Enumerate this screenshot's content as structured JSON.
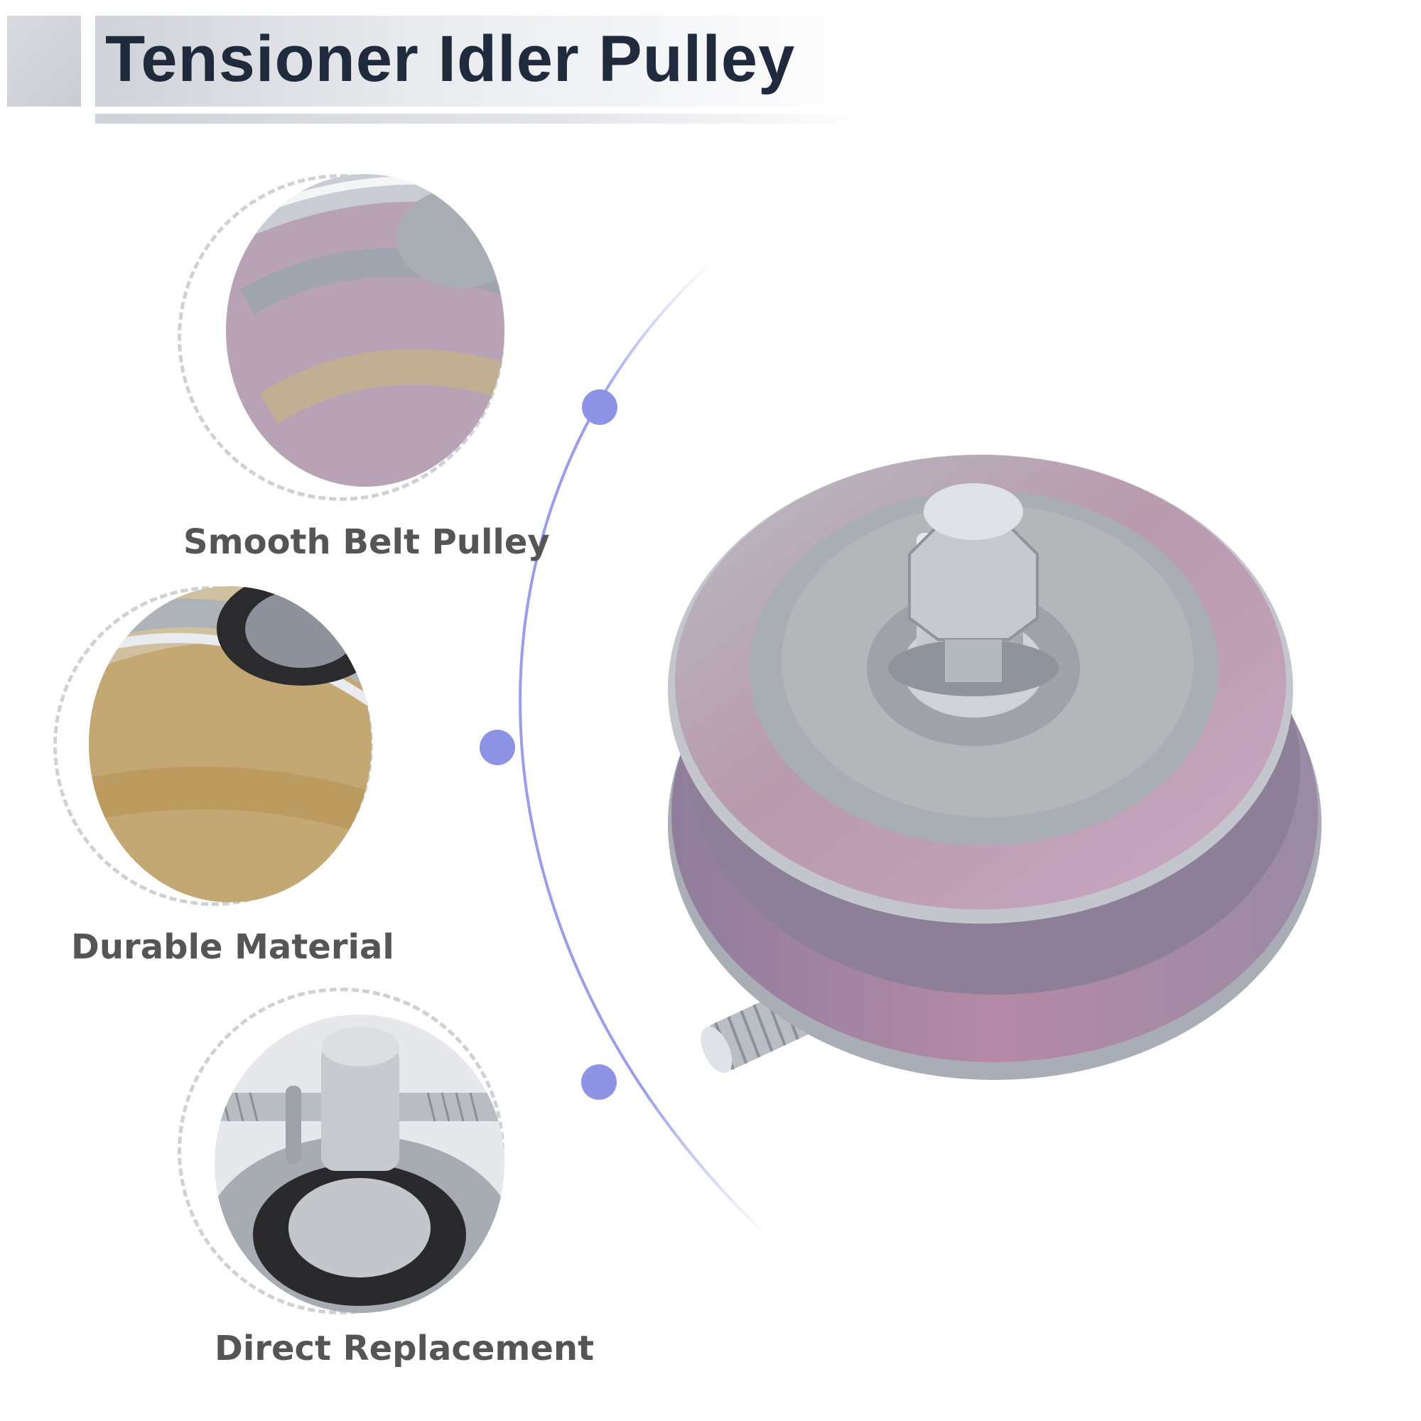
{
  "page": {
    "title": "Tensioner Idler Pulley"
  },
  "features": [
    {
      "label": "Smooth Belt Pulley",
      "icon": "pulley-rim-closeup-image"
    },
    {
      "label": "Durable Material",
      "icon": "pulley-material-closeup-image"
    },
    {
      "label": "Direct Replacement",
      "icon": "pulley-bolt-closeup-image"
    }
  ],
  "colors": {
    "title_text": "#1f2a3c",
    "label_text": "#555555",
    "arc": "#8f93e6",
    "arc_dot": "#8f93e6",
    "metal_light": "#d7dadf",
    "metal_dark": "#8f949d",
    "pulley_pink": "#b89aac"
  }
}
